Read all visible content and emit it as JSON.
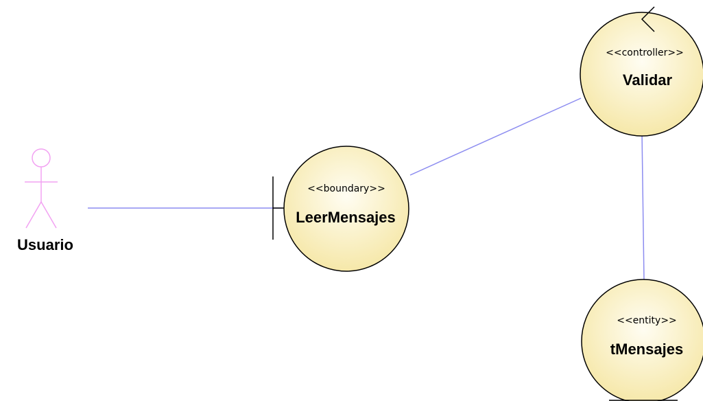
{
  "colors": {
    "connector": "#8c8cf0",
    "actor": "#f2a2f2",
    "node_fill_light": "#fffdf2",
    "node_fill_dark": "#f5e6a3",
    "node_stroke": "#000000"
  },
  "actor": {
    "name": "Usuario",
    "icon": "stick-figure-actor-icon"
  },
  "boundary": {
    "stereotype": "<<boundary>>",
    "name": "LeerMensajes"
  },
  "controller": {
    "stereotype": "<<controller>>",
    "name": "Validar"
  },
  "entity": {
    "stereotype": "<<entity>>",
    "name": "tMensajes"
  }
}
